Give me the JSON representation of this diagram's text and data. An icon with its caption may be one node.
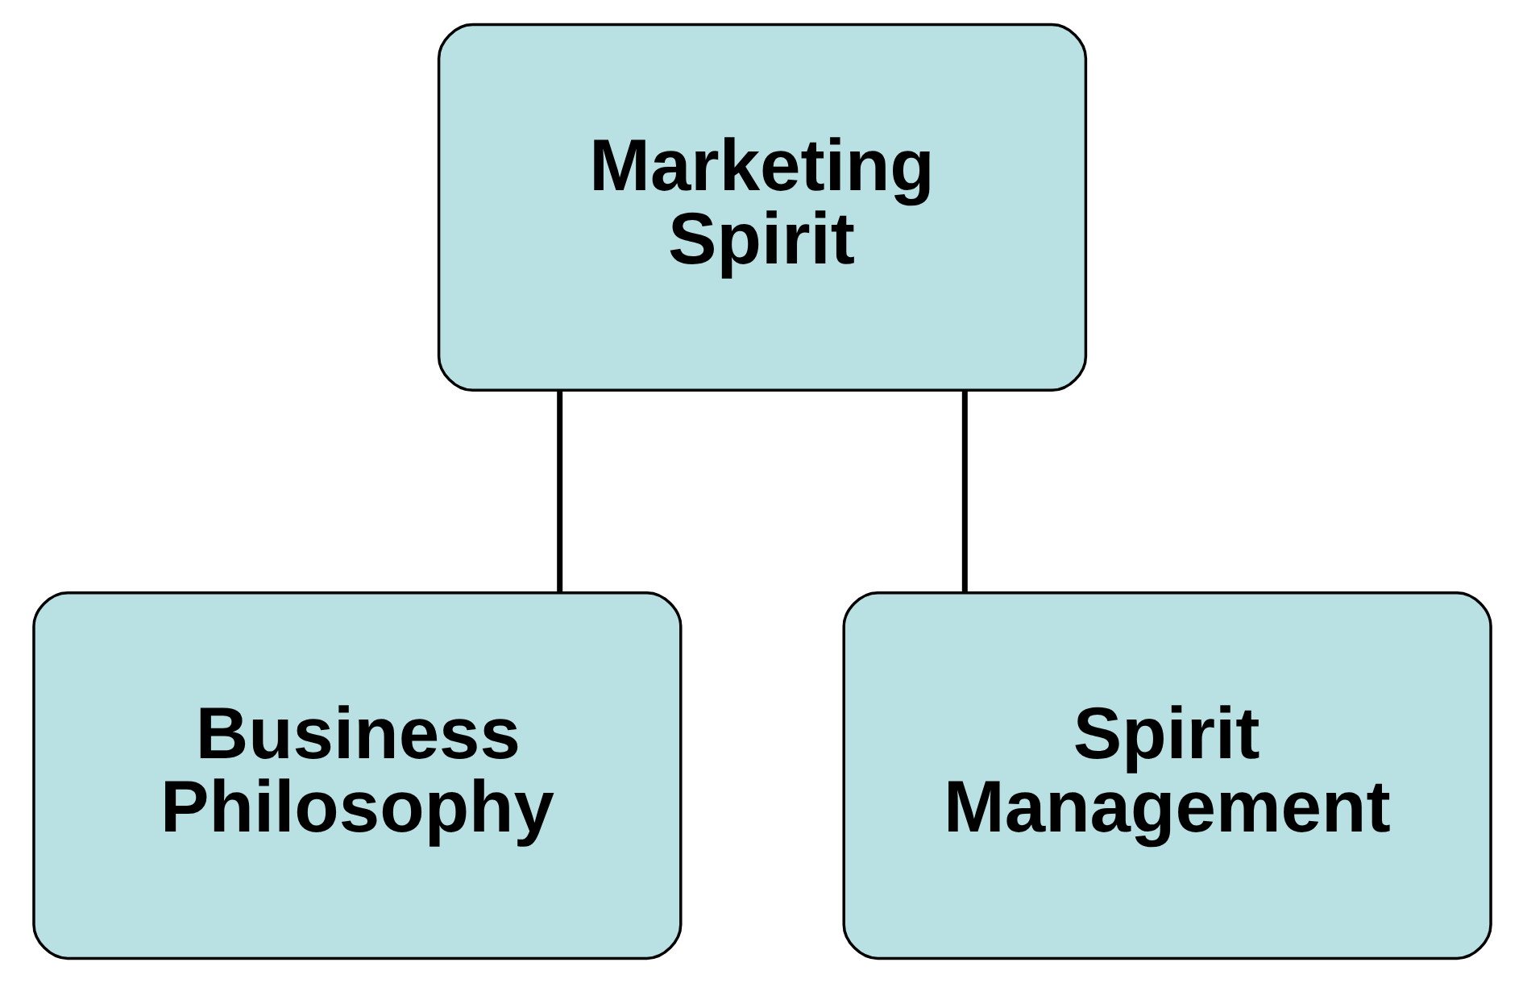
{
  "diagram": {
    "nodes": [
      {
        "text": [
          "Marketing Spirit"
        ]
      },
      {
        "text": [
          "Business Philosophy"
        ]
      },
      {
        "text": [
          "Spirit Management"
        ]
      }
    ],
    "edges": [
      {
        "from": 0,
        "to": 1,
        "arrow": "none"
      },
      {
        "from": 0,
        "to": 2,
        "arrow": "none"
      }
    ]
  }
}
